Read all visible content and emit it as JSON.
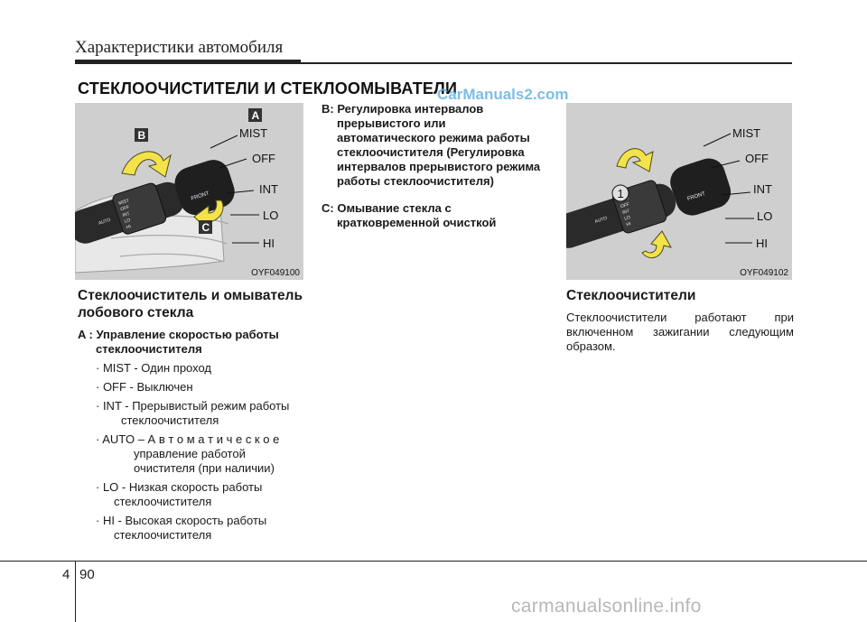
{
  "header": {
    "title": "Характеристики автомобиля"
  },
  "section": {
    "title": "СТЕКЛООЧИСТИТЕЛИ И СТЕКЛООМЫВАТЕЛИ"
  },
  "watermark_top": "CarManuals2.com",
  "figure_left": {
    "code": "OYF049100",
    "badges": {
      "a": "A",
      "b": "B",
      "c": "C"
    },
    "positions": [
      "MIST",
      "OFF",
      "INT",
      "LO",
      "HI"
    ],
    "stalk_text": {
      "front": "FRONT",
      "mist": "MIST",
      "off": "OFF",
      "int": "INT",
      "lo": "LO",
      "hi": "HI",
      "auto": "AUTO"
    }
  },
  "figure_right": {
    "code": "OYF049102",
    "marker": "1",
    "positions": [
      "MIST",
      "OFF",
      "INT",
      "LO",
      "HI"
    ],
    "stalk_text": {
      "front": "FRONT",
      "mist": "MIST",
      "off": "OFF",
      "int": "INT",
      "lo": "LO",
      "hi": "HI",
      "auto": "AUTO"
    }
  },
  "left_column": {
    "heading": "Стеклоочиститель и омыватель лобового стекла",
    "item_a": "A : Управление скоростью работы стеклоочистителя",
    "bullets": {
      "mist": "· MIST - Один проход",
      "off": "· OFF - Выключен",
      "int_1": "· INT - Прерывистый режим работы",
      "int_2": "стеклоочистителя",
      "auto_1": "· AUTO – А в т о м а т и ч е с к о е",
      "auto_2": "управление работой",
      "auto_3": "очистителя (при наличии)",
      "lo_1": "· LO - Низкая скорость работы",
      "lo_2": "стеклоочистителя",
      "hi_1": "· HI - Высокая скорость работы",
      "hi_2": "стеклоочистителя"
    }
  },
  "mid_column": {
    "item_b": "B: Регулировка интервалов прерывистого или автоматического режима работы стеклоочистителя (Регулировка интервалов прерывистого режима работы стеклоочистителя)",
    "item_c": "C: Омывание стекла с кратковременной очисткой"
  },
  "right_column": {
    "heading": "Стеклоочистители",
    "text": "Стеклоочистители работают при включенном зажигании следующим образом."
  },
  "footer": {
    "chapter": "4",
    "page": "90",
    "watermark": "carmanualsonline.info"
  },
  "colors": {
    "arrow_yellow": "#f4e24a",
    "arrow_stroke": "#4a4a20",
    "badge": "#333333",
    "figure_bg": "#cfcfcf"
  }
}
